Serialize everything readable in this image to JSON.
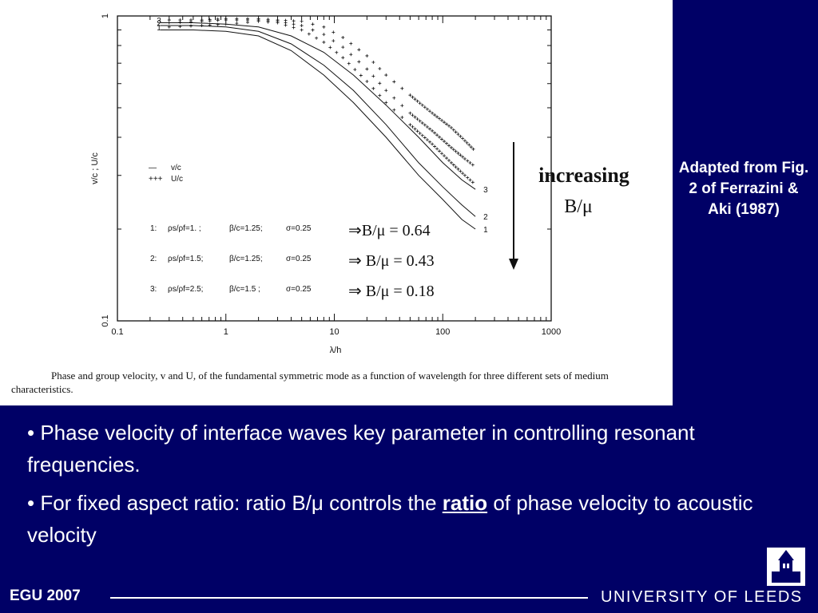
{
  "chart_data": {
    "type": "line",
    "xscale": "log",
    "yscale": "log",
    "xlim": [
      0.1,
      1000
    ],
    "ylim": [
      0.1,
      1
    ],
    "xlabel": "λ/h",
    "ylabel": "v/c ; U/c",
    "x_ticks": [
      "0.1",
      "1",
      "10",
      "100",
      "1000"
    ],
    "y_ticks": [
      "0.1",
      "1"
    ],
    "legend": [
      {
        "symbol": "—",
        "label": "v/c"
      },
      {
        "symbol": "+++",
        "label": "U/c"
      }
    ],
    "cases": [
      {
        "id": "1:",
        "rho": "ρs/ρf=1. ;",
        "beta": "β/c=1.25;",
        "sigma": "σ=0.25",
        "ratio": "⇒B/μ = 0.64"
      },
      {
        "id": "2:",
        "rho": "ρs/ρf=1.5;",
        "beta": "β/c=1.25;",
        "sigma": "σ=0.25",
        "ratio": "⇒ B/μ = 0.43"
      },
      {
        "id": "3:",
        "rho": "ρs/ρf=2.5;",
        "beta": "β/c=1.5 ;",
        "sigma": "σ=0.25",
        "ratio": "⇒  B/μ = 0.18"
      }
    ],
    "annotation_title": "increasing",
    "annotation_sub": "B/μ",
    "series": [
      {
        "name": "1",
        "kind": "phase",
        "x": [
          0.25,
          0.5,
          1,
          2,
          4,
          8,
          15,
          30,
          60,
          100,
          150,
          200
        ],
        "y": [
          0.9,
          0.9,
          0.89,
          0.86,
          0.77,
          0.64,
          0.52,
          0.4,
          0.3,
          0.25,
          0.215,
          0.2
        ]
      },
      {
        "name": "2",
        "kind": "phase",
        "x": [
          0.25,
          0.5,
          1,
          2,
          4,
          8,
          15,
          30,
          60,
          100,
          150,
          200
        ],
        "y": [
          0.93,
          0.93,
          0.92,
          0.89,
          0.81,
          0.69,
          0.57,
          0.44,
          0.33,
          0.275,
          0.24,
          0.22
        ]
      },
      {
        "name": "3",
        "kind": "phase",
        "x": [
          0.25,
          0.5,
          1,
          2,
          4,
          8,
          15,
          30,
          60,
          100,
          150,
          200
        ],
        "y": [
          0.95,
          0.95,
          0.94,
          0.92,
          0.86,
          0.76,
          0.64,
          0.51,
          0.4,
          0.33,
          0.29,
          0.27
        ]
      },
      {
        "name": "1",
        "kind": "group",
        "x": [
          0.3,
          0.6,
          1,
          2,
          3,
          5,
          8,
          12,
          20,
          30,
          50,
          80,
          120,
          160,
          200
        ],
        "y": [
          0.92,
          0.93,
          0.94,
          0.96,
          0.95,
          0.9,
          0.82,
          0.73,
          0.61,
          0.52,
          0.44,
          0.38,
          0.33,
          0.3,
          0.28
        ]
      },
      {
        "name": "2",
        "kind": "group",
        "x": [
          0.3,
          0.6,
          1,
          2,
          3,
          5,
          8,
          12,
          20,
          30,
          50,
          80,
          120,
          160,
          200
        ],
        "y": [
          0.95,
          0.96,
          0.97,
          0.97,
          0.96,
          0.93,
          0.87,
          0.79,
          0.67,
          0.57,
          0.48,
          0.42,
          0.37,
          0.34,
          0.32
        ]
      },
      {
        "name": "3",
        "kind": "group",
        "x": [
          0.3,
          0.6,
          1,
          2,
          3,
          5,
          8,
          12,
          20,
          30,
          50,
          80,
          120,
          160,
          200
        ],
        "y": [
          0.97,
          0.97,
          0.98,
          0.98,
          0.97,
          0.96,
          0.92,
          0.85,
          0.74,
          0.64,
          0.55,
          0.48,
          0.43,
          0.39,
          0.36
        ]
      }
    ]
  },
  "caption": "Phase and group velocity, v and U, of the fundamental symmetric mode as a function of wavelength for three different sets of medium characteristics.",
  "side_note": "Adapted from Fig. 2 of Ferrazini & Aki (1987)",
  "bullets": {
    "b1": "• Phase velocity of interface waves key parameter in controlling resonant frequencies.",
    "b2_pre": "• For fixed aspect ratio:  ratio B/μ controls the ",
    "b2_emph": "ratio",
    "b2_post": " of phase velocity to acoustic velocity"
  },
  "footer": {
    "left": "EGU 2007",
    "right": "UNIVERSITY OF LEEDS"
  },
  "colors": {
    "background": "#000066",
    "ink": "#111111",
    "text": "#ffffff"
  }
}
